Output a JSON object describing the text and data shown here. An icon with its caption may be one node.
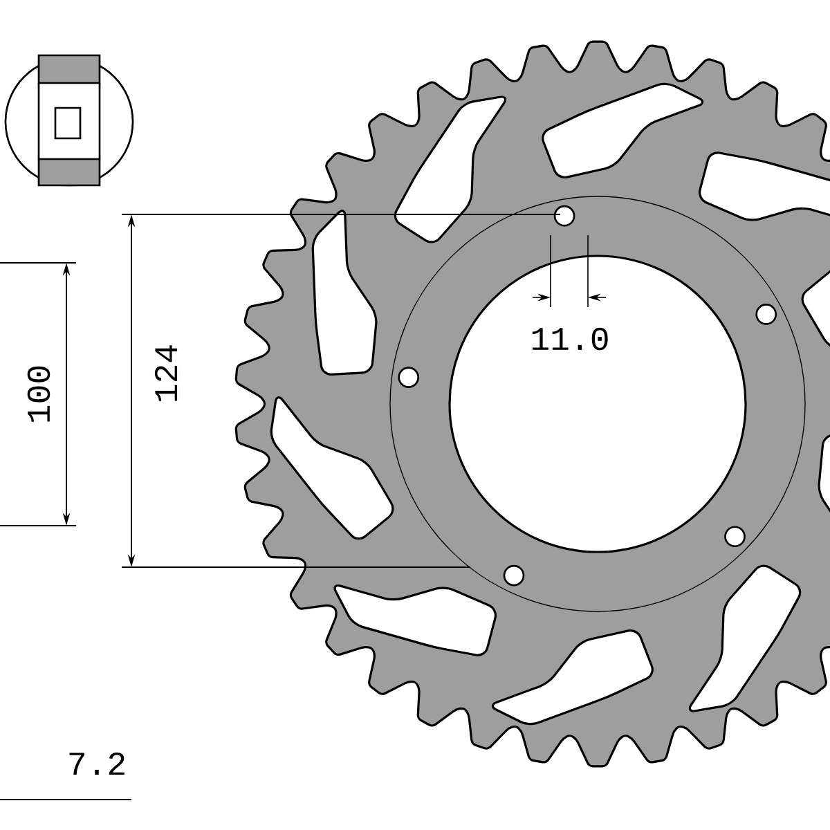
{
  "diagram": {
    "labels": [
      "100",
      "124",
      "11.0",
      "7.2"
    ]
  }
}
